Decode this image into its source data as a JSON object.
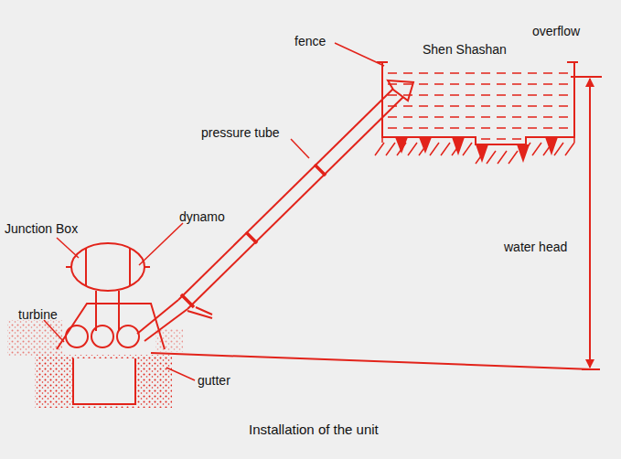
{
  "diagram": {
    "caption": "Installation of the unit",
    "nodes": [
      {
        "text": [
          "Shen Shashan"
        ]
      }
    ],
    "labels": [
      "fence",
      "overflow",
      "pressure tube",
      "Junction Box",
      "dynamo",
      "turbine",
      "water head",
      "gutter"
    ]
  }
}
